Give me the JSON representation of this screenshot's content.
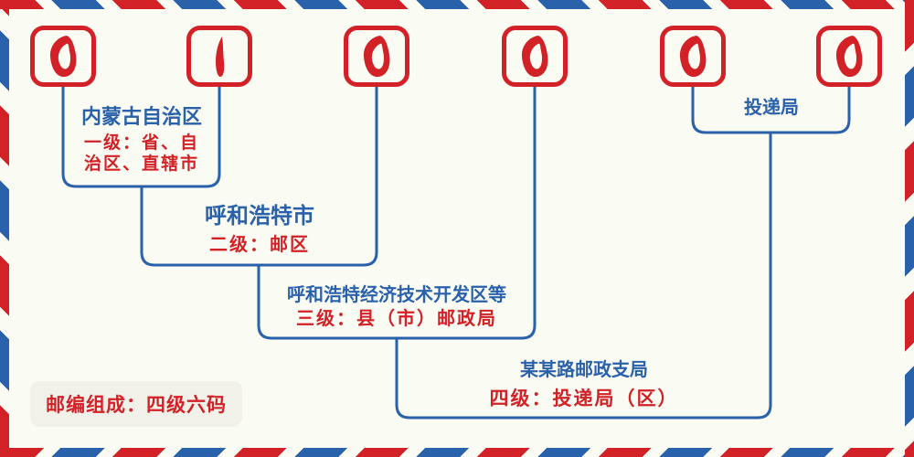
{
  "diagram_title_hint": "Chinese postal code composition diagram",
  "postal_code": {
    "value": "010000",
    "digits": [
      "0",
      "1",
      "0",
      "0",
      "0",
      "0"
    ]
  },
  "levels": [
    {
      "name": "内蒙古自治区",
      "desc_lines": [
        "一级：省、自",
        "治区、直辖市"
      ]
    },
    {
      "name": "呼和浩特市",
      "desc_lines": [
        "二级：邮区"
      ]
    },
    {
      "name": "呼和浩特经济技术开发区等",
      "desc_lines": [
        "三级：县（市）邮政局"
      ]
    },
    {
      "name": "某某路邮政支局",
      "desc_lines": [
        "四级：投递局（区）"
      ]
    }
  ],
  "delivery_label": "投递局",
  "badge": {
    "text": "邮编组成：四级六码"
  },
  "colors": {
    "blue": "#2a61ab",
    "red": "#d22127",
    "background": "#fafbf3",
    "badge_background": "#f1f1ea"
  }
}
